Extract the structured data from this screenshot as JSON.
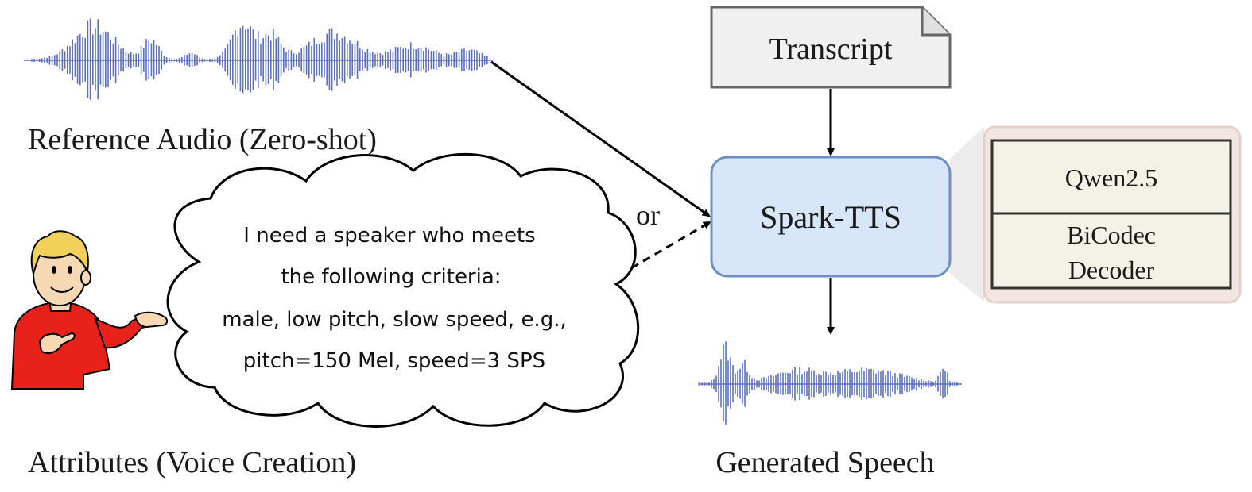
{
  "reference": {
    "label": "Reference Audio (Zero-shot)"
  },
  "attributes": {
    "label": "Attributes (Voice Creation)"
  },
  "prompt": {
    "lines": [
      "I need a speaker who meets",
      "the following criteria:",
      "male, low pitch, slow speed, e.g.,",
      "pitch=150 Mel, speed=3 SPS"
    ]
  },
  "connector": {
    "or_label": "or"
  },
  "transcript": {
    "label": "Transcript"
  },
  "model": {
    "label": "Spark-TTS"
  },
  "components": {
    "top": "Qwen2.5",
    "bottom_line1": "BiCodec",
    "bottom_line2": "Decoder"
  },
  "output": {
    "label": "Generated Speech"
  },
  "colors": {
    "waveform": "#5b6fc6",
    "model_fill": "#d7e6f8",
    "model_stroke": "#6b8fc6",
    "component_fill": "#f4f2e7",
    "doc_fill": "#f0f0f0",
    "shirt": "#e8211b",
    "hair": "#f2d15a"
  },
  "icons": [
    "waveform-icon",
    "document-icon",
    "thought-cloud",
    "person-illustration"
  ]
}
